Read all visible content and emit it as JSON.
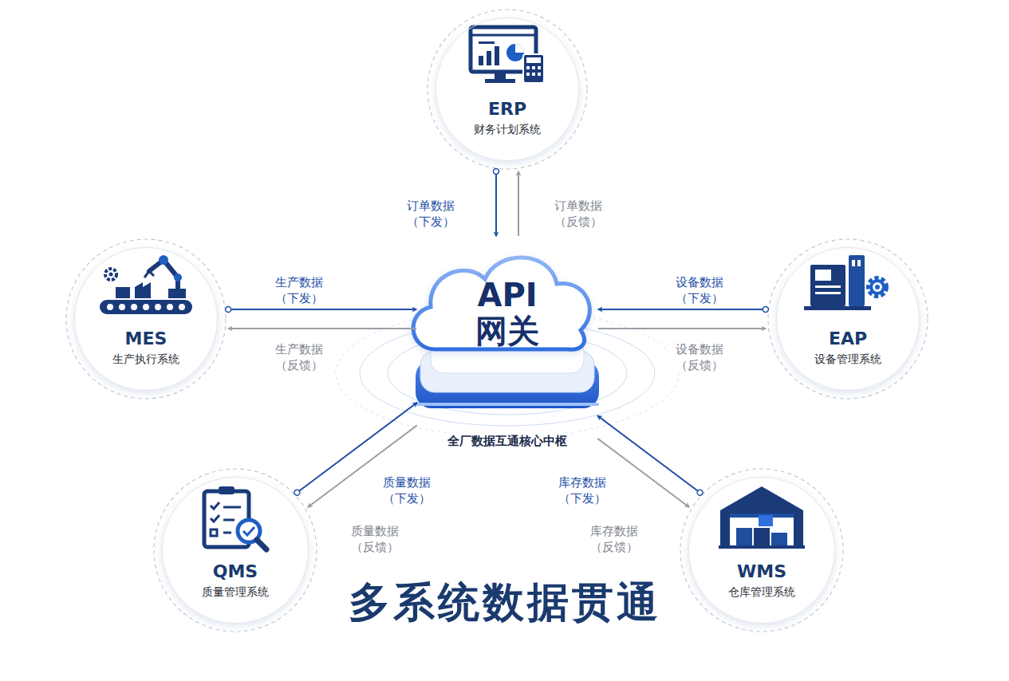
{
  "diagram": {
    "title": "多系统数据贯通",
    "nodes": [
      {
        "text": [
          "ERP",
          "财务计划系统"
        ]
      },
      {
        "text": [
          "MES",
          "生产执行系统"
        ]
      },
      {
        "text": [
          "API 网关",
          "全厂数据互通核心中枢"
        ]
      },
      {
        "text": [
          "EAP",
          "设备管理系统"
        ]
      },
      {
        "text": [
          "QMS",
          "质量管理系统"
        ]
      },
      {
        "text": [
          "WMS",
          "仓库管理系统"
        ]
      }
    ],
    "edges": [
      {
        "from": 0,
        "to": 2,
        "label": "订单数据 （下发）",
        "arrow": "to"
      },
      {
        "from": 2,
        "to": 0,
        "label": "订单数据 （反馈）",
        "arrow": "to"
      },
      {
        "from": 1,
        "to": 2,
        "label": "生产数据 （下发）",
        "arrow": "to"
      },
      {
        "from": 2,
        "to": 1,
        "label": "生产数据 （反馈）",
        "arrow": "to"
      },
      {
        "from": 3,
        "to": 2,
        "label": "设备数据 （下发）",
        "arrow": "to"
      },
      {
        "from": 2,
        "to": 3,
        "label": "设备数据 （反馈）",
        "arrow": "to"
      },
      {
        "from": 4,
        "to": 2,
        "label": "质量数据 （下发）",
        "arrow": "to"
      },
      {
        "from": 2,
        "to": 4,
        "label": "质量数据 （反馈）",
        "arrow": "to"
      },
      {
        "from": 5,
        "to": 2,
        "label": "库存数据 （下发）",
        "arrow": "to"
      },
      {
        "from": 2,
        "to": 5,
        "label": "库存数据 （反馈）",
        "arrow": "to"
      }
    ]
  }
}
